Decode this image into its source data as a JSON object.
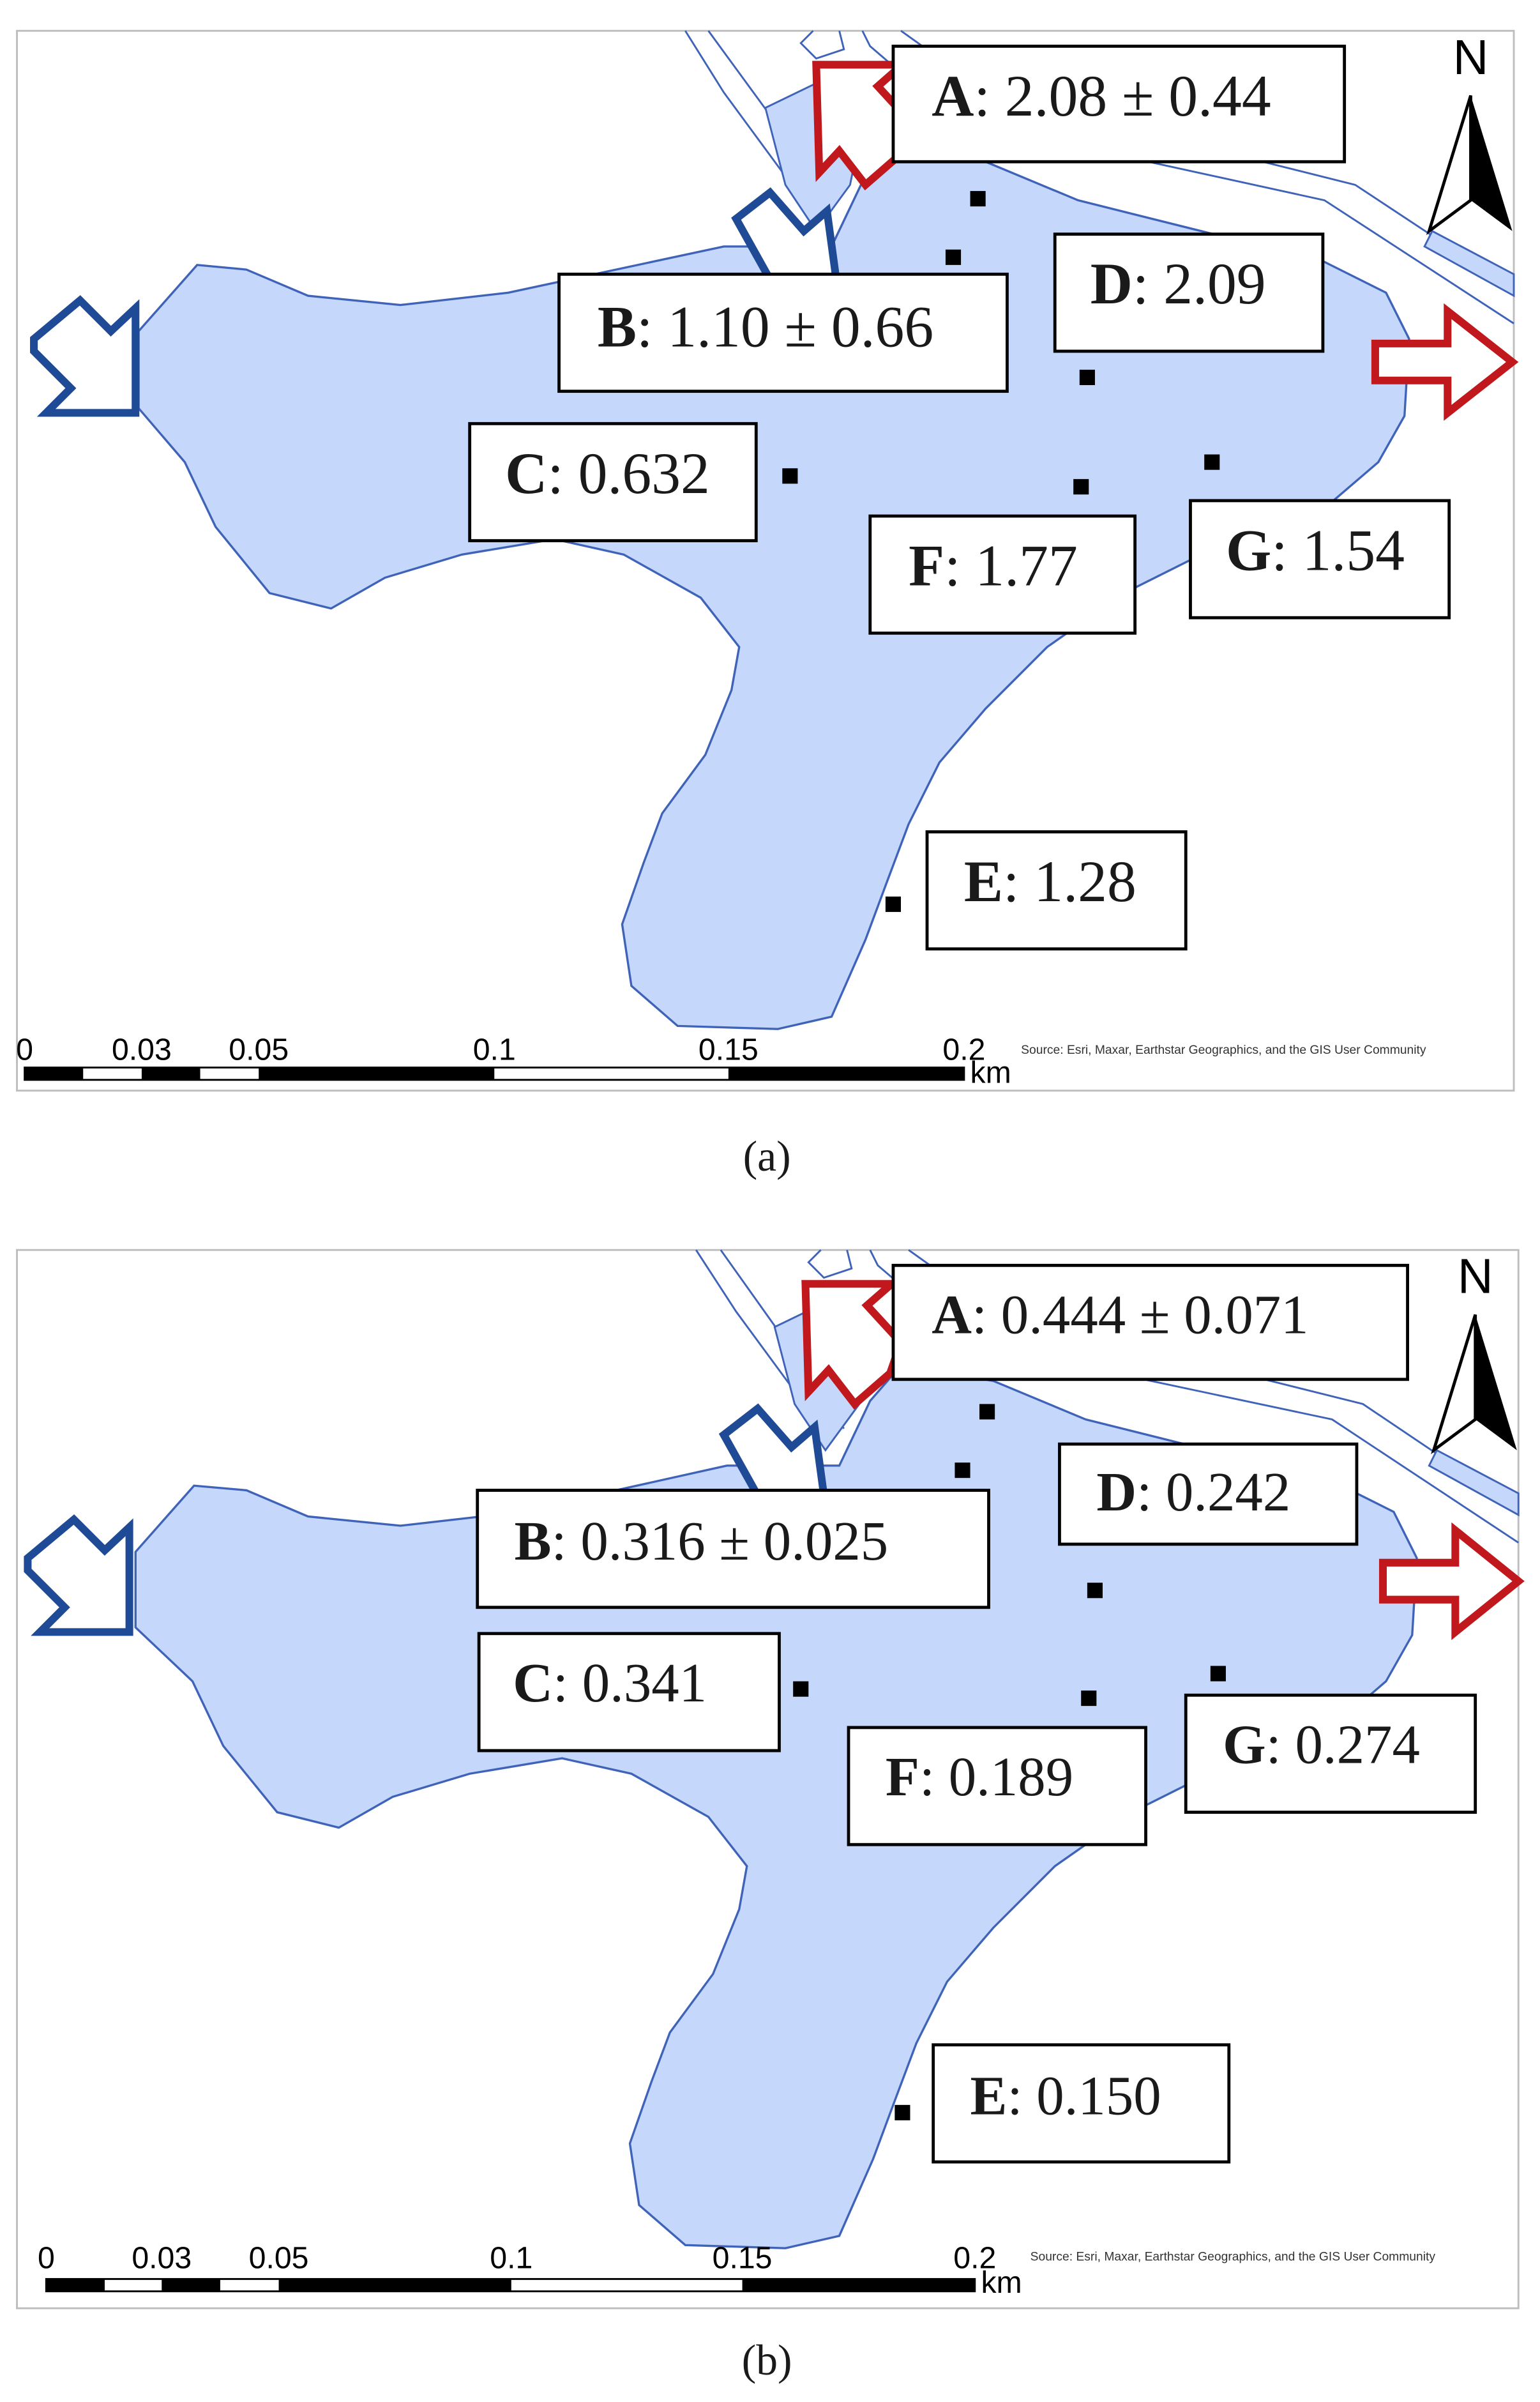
{
  "panels": [
    {
      "caption": "(a)",
      "labels": {
        "A": {
          "letter": "A",
          "value": ": 2.08 ± 0.44"
        },
        "B": {
          "letter": "B",
          "value": ": 1.10 ± 0.66"
        },
        "C": {
          "letter": "C",
          "value": ": 0.632"
        },
        "D": {
          "letter": "D",
          "value": ": 2.09"
        },
        "E": {
          "letter": "E",
          "value": ": 1.28"
        },
        "F": {
          "letter": "F",
          "value": ": 1.77"
        },
        "G": {
          "letter": "G",
          "value": ": 1.54"
        }
      },
      "scalebar": {
        "ticks": [
          "0",
          "0.03",
          "0.05",
          "0.1",
          "0.15",
          "0.2"
        ],
        "unit": "km"
      },
      "attribution": "Source: Esri, Maxar, Earthstar Geographics, and the GIS User Community",
      "north": "N"
    },
    {
      "caption": "(b)",
      "labels": {
        "A": {
          "letter": "A",
          "value": ": 0.444 ± 0.071"
        },
        "B": {
          "letter": "B",
          "value": ": 0.316 ± 0.025"
        },
        "C": {
          "letter": "C",
          "value": ": 0.341"
        },
        "D": {
          "letter": "D",
          "value": ": 0.242"
        },
        "E": {
          "letter": "E",
          "value": ": 0.150"
        },
        "F": {
          "letter": "F",
          "value": ": 0.189"
        },
        "G": {
          "letter": "G",
          "value": ": 0.274"
        }
      },
      "scalebar": {
        "ticks": [
          "0",
          "0.03",
          "0.05",
          "0.1",
          "0.15",
          "0.2"
        ],
        "unit": "km"
      },
      "attribution": "Source: Esri, Maxar, Earthstar Geographics, and the GIS User Community",
      "north": "N"
    }
  ],
  "colors": {
    "water": "#c5d8fb",
    "water_outline": "#3f63b8",
    "inflow_arrow": "#1f4a96",
    "outflow_arrow": "#c0181c",
    "frame": "#bdbdbd"
  }
}
